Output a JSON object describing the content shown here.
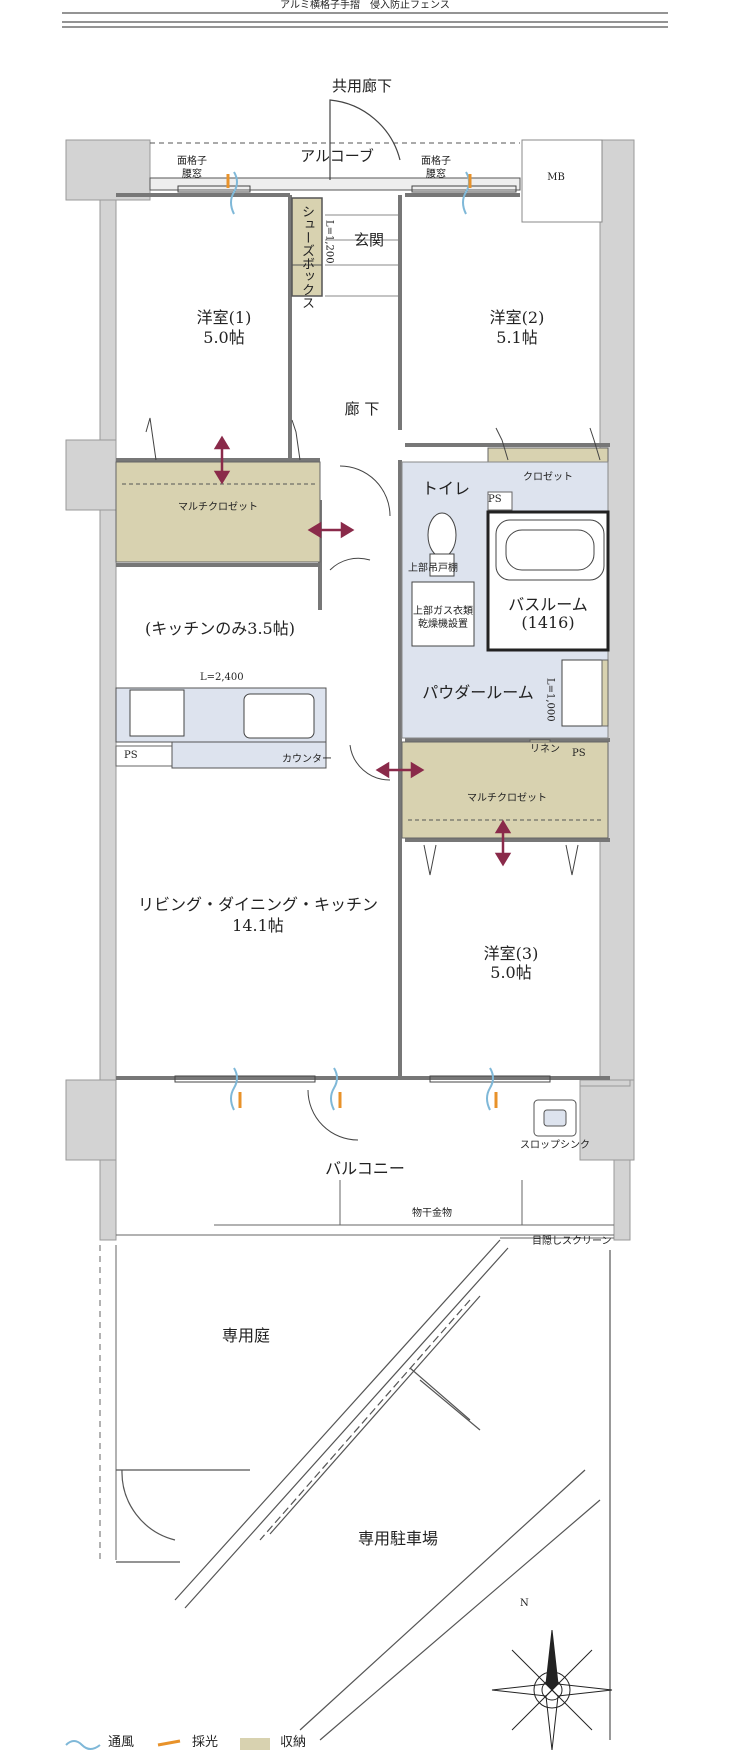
{
  "header": {
    "top_note": "アルミ横格子手摺　侵入防止フェンス"
  },
  "rooms": {
    "corridor_common": "共用廊下",
    "alcove": "アルコーブ",
    "entrance": "玄関",
    "shoebox": "シューズボックス",
    "shoebox_len": "L=1,200",
    "hall": "廊 下",
    "western1_name": "洋室(1)",
    "western1_size": "5.0帖",
    "western2_name": "洋室(2)",
    "western2_size": "5.1帖",
    "western3_name": "洋室(3)",
    "western3_size": "5.0帖",
    "multi_closet": "マルチクロゼット",
    "closet": "クロゼット",
    "toilet": "トイレ",
    "upper_shelf": "上部吊戸棚",
    "bathroom": "バスルーム",
    "bath_size": "(1416)",
    "gas_dryer_l1": "上部ガス衣類",
    "gas_dryer_l2": "乾燥機設置",
    "powder": "パウダールーム",
    "powder_len": "L=1,000",
    "linen": "リネン",
    "kitchen_only": "(キッチンのみ3.5帖)",
    "kitchen_len": "L=2,400",
    "counter": "カウンター",
    "ldk_name": "リビング・ダイニング・キッチン",
    "ldk_size": "14.1帖",
    "ps": "PS",
    "mb": "MB",
    "window_grille": "面格子",
    "waist_window": "腰窓",
    "balcony": "バルコニー",
    "clothes_hanger": "物干金物",
    "slop_sink": "スロップシンク",
    "screen": "目隠しスクリーン",
    "private_garden": "専用庭",
    "private_parking": "専用駐車場",
    "north": "N"
  },
  "legend": {
    "ventilation": "通風",
    "daylight": "採光",
    "storage": "収納"
  },
  "colors": {
    "storage": "#d8d2b0",
    "wet_area": "#dde3ee",
    "wall": "#d3d3d3",
    "ventilation": "#7fb8d8",
    "daylight": "#e8922a",
    "arrow": "#8a2a4a"
  }
}
